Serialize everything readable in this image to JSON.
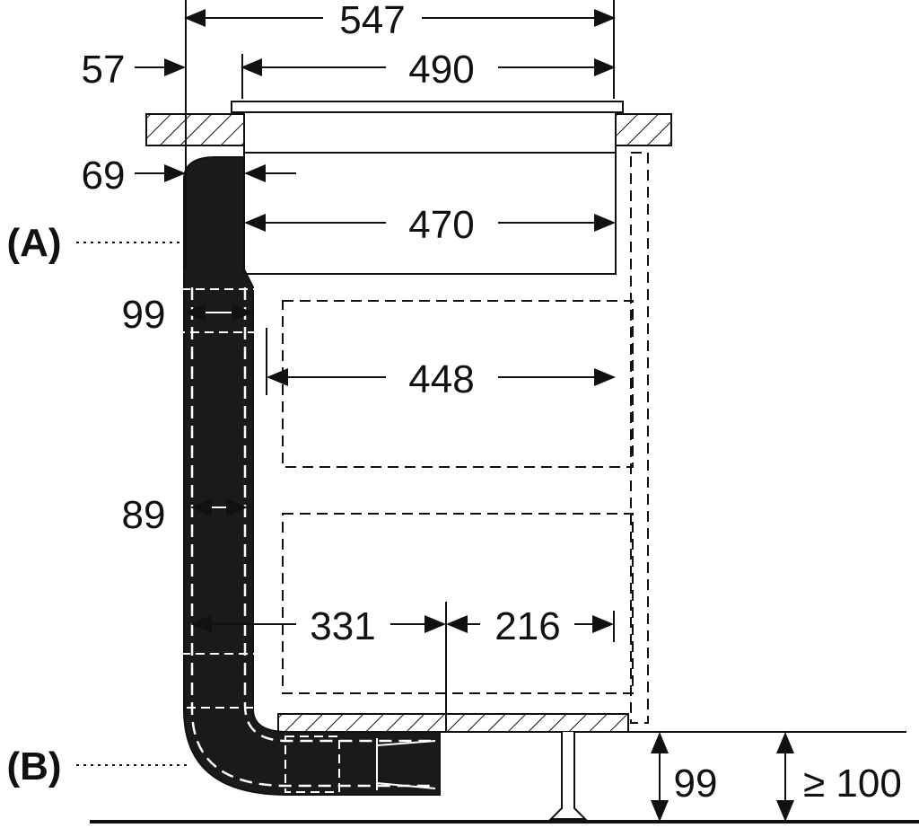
{
  "dimensions": {
    "overall_width": "547",
    "hob_width": "490",
    "offset_left": "57",
    "offset_duct": "69",
    "cutout_width": "470",
    "duct_outer": "99",
    "drawer_width": "448",
    "duct_inner": "89",
    "duct_to_center": "331",
    "center_to_back": "216",
    "plinth_height": "99",
    "min_clearance": "≥ 100"
  },
  "labels": {
    "a": "(A)",
    "b": "(B)"
  },
  "colors": {
    "line": "#111111",
    "duct": "#1a1a1a"
  }
}
